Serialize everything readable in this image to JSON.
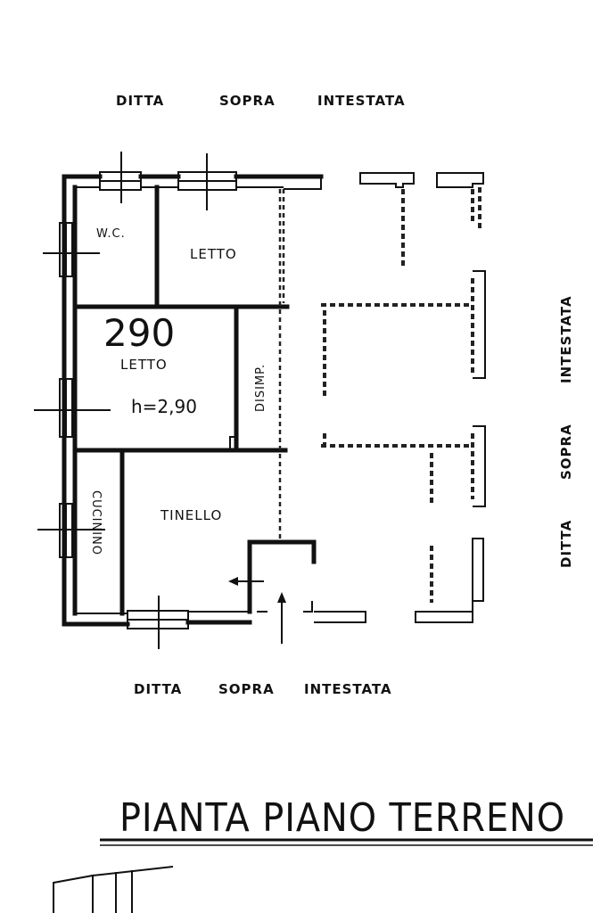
{
  "neighbors": {
    "top": [
      "DITTA",
      "SOPRA",
      "INTESTATA"
    ],
    "right": [
      "DITTA",
      "SOPRA",
      "INTESTATA"
    ],
    "bottom": [
      "DITTA",
      "SOPRA",
      "INTESTATA"
    ]
  },
  "rooms": {
    "wc": "W.C.",
    "letto_1": "LETTO",
    "letto_2": "LETTO",
    "disimp": "DISIMP.",
    "cucinino": "CUCININO",
    "tinello": "TINELLO"
  },
  "annotations": {
    "number": "290",
    "height": "h=2,90"
  },
  "title": "PIANTA PIANO TERRENO"
}
